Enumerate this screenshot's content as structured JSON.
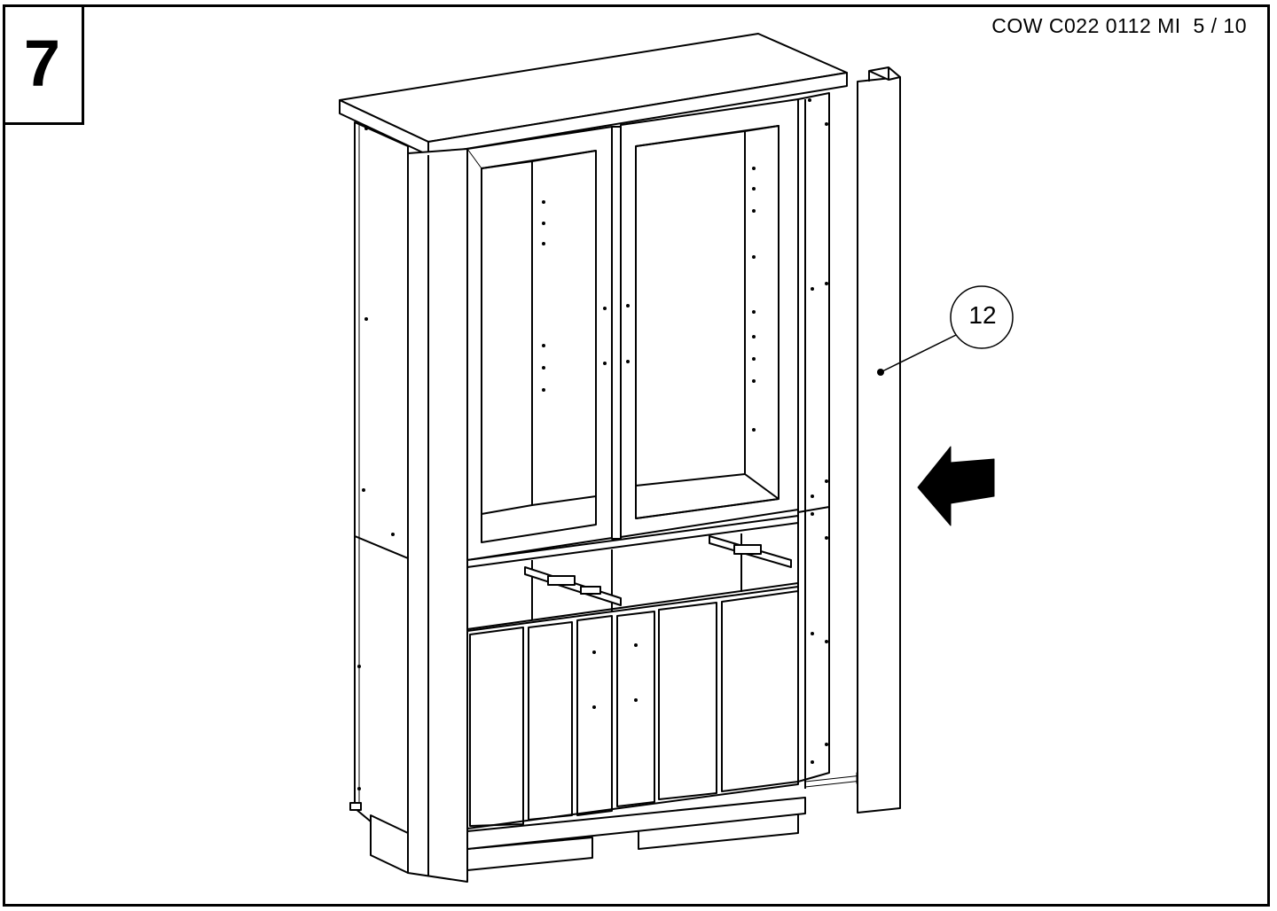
{
  "header": {
    "step_number": "7",
    "doc_code": "COW C022 0112 MI  5 / 10"
  },
  "callouts": [
    {
      "label": "12",
      "target": "side-panel"
    }
  ],
  "icons": {
    "assembly_arrow": "arrow-left-icon"
  },
  "colors": {
    "line": "#000000",
    "background": "#ffffff"
  }
}
